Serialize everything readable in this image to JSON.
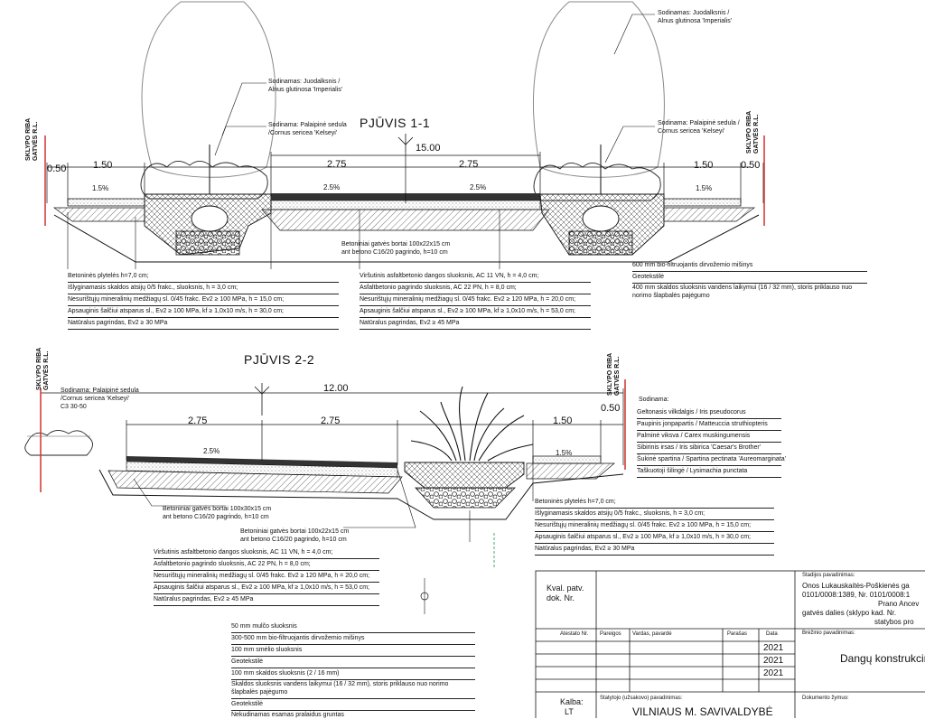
{
  "section1": {
    "title": "PJŪVIS 1-1",
    "dims": {
      "total": "15.00",
      "left_edge": "0.50",
      "left_side": "1.50",
      "left_road": "2.75",
      "right_road": "2.75",
      "right_side": "1.50",
      "right_edge": "0.50"
    },
    "slopes": {
      "left_side": "1.5%",
      "left_road": "2.5%",
      "right_road": "2.5%",
      "right_side": "1.5%"
    },
    "trees": {
      "left_label_1": "Sodinamas: Juodalksnis /",
      "left_label_2": "Alnus glutinosa 'Imperialis'",
      "right_label_1": "Sodinamas: Juodalksnis /",
      "right_label_2": "Alnus glutinosa 'Imperialis'"
    },
    "shrubs": {
      "left_1": "Sodinama: Palaipinė sedula",
      "left_2": "/Cornus sericea 'Kelseyi'",
      "right_1": "Sodinama: Palaipinė sedula /",
      "right_2": "Cornus sericea 'Kelseyi'"
    },
    "curb_1": "Betoniniai gatvės bortai 100x22x15 cm",
    "curb_2": "ant betono C16/20 pagrindo, h=10 cm",
    "legend_left": [
      "Betoninės plytelės h=7,0 cm;",
      "Išlyginamasis skaldos atsijų 0/5 frakc., sluoksnis,  h = 3,0 cm;",
      "Nesurištųjų mineralinių medžiagų sl. 0/45 frakc. Ev2 ≥ 100 MPa,  h = 15,0 cm;",
      "Apsauginis šalčiui atsparus sl., Ev2 ≥ 100 MPa, kf ≥ 1,0x10 m/s, h = 30,0 cm;",
      "Natūralus pagrindas, Ev2 ≥ 30 MPa"
    ],
    "legend_mid": [
      "Viršutinis asfaltbetonio dangos sluoksnis, AC 11 VN,  h = 4,0 cm;",
      "Asfaltbetonio pagrindo sluoksnis, AC 22 PN,                h = 8,0 cm;",
      "Nesurištųjų mineralinių medžiagų sl. 0/45 frakc. Ev2 ≥ 120 MPa,  h = 20,0 cm;",
      "Apsauginis šalčiui atsparus sl., Ev2 ≥ 100 MPa, kf ≥ 1,0x10 m/s, h = 53,0 cm;",
      "Natūralus pagrindas, Ev2 ≥ 45 MPa"
    ],
    "legend_right": [
      "600 mm bio-filtruojantis dirvožemio mišinys",
      "Geotekstilė",
      "400 mm skaldos sluoksnis vandens laikymui (16 / 32 mm), storis priklauso nuo",
      "norimo šlapbalės pajėgumo"
    ]
  },
  "section2": {
    "title": "PJŪVIS 2-2",
    "dims": {
      "total": "12.00",
      "left_road": "2.75",
      "right_road": "2.75",
      "right_side": "1.50",
      "right_edge": "0.50"
    },
    "slopes": {
      "road": "2.5%",
      "side": "1.5%"
    },
    "shrub_1": "Sodinama: Palaipinė sedula",
    "shrub_2": "/Cornus sericea 'Kelseyi'",
    "shrub_3": "C3 30-50",
    "curb_small_1": "Betoniniai gatvės bortai 100x30x15 cm",
    "curb_small_2": "ant betono C16/20 pagrindo, h=10 cm",
    "curb_big_1": "Betoniniai gatvės bortai 100x22x15 cm",
    "curb_big_2": "ant betono C16/20 pagrindo, h=10 cm",
    "plants_header": "Sodinama:",
    "plants": [
      "Geltonasis vilkdalgis / Iris pseudocorus",
      "Paupinis jonpapartis / Matteuccia struthiopteris",
      "Palminė viksva / Carex muskingumensis",
      "Sibirinis irsas  / Iris sibirica 'Caesar's Brother'",
      "Šukinė spartina / Spartina pectinata 'Aureomarginata'",
      "Taškuotoji šilingė / Lysimachia punctata"
    ],
    "legend_right": [
      "Betoninės plytelės h=7,0 cm;",
      "Išlyginamasis skaldos atsijų 0/5 frakc., sluoksnis,  h = 3,0 cm;",
      "Nesurištųjų mineralinių medžiagų sl. 0/45 frakc. Ev2 ≥ 100 MPa,  h = 15,0 cm;",
      "Apsauginis šalčiui atsparus sl., Ev2 ≥ 100 MPa, kf ≥ 1,0x10 m/s, h = 30,0 cm;",
      "Natūralus pagrindas, Ev2 ≥ 30 MPa"
    ],
    "legend_mid": [
      "Viršutinis asfaltbetonio dangos sluoksnis, AC 11 VN,  h = 4,0 cm;",
      "Asfaltbetonio pagrindo sluoksnis, AC 22 PN,                h = 8,0 cm;",
      "Nesurištųjų mineralinių medžiagų sl. 0/45 frakc. Ev2 ≥ 120 MPa,  h = 20,0 cm;",
      "Apsauginis šalčiui atsparus sl., Ev2 ≥ 100 MPa, kf ≥ 1,0x10 m/s, h = 53,0 cm;",
      "Natūralus pagrindas, Ev2 ≥ 45 MPa"
    ],
    "legend_bottom": [
      "50 mm mulčo sluoksnis",
      "300-500 mm bio-filtruojantis dirvožemio mišinys",
      "100 mm smėlio sluoksnis",
      "Geotekstilė",
      "100 mm skaldos sluoksnis (2 / 16 mm)",
      "Skaldos sluoksnis vandens laikymui (16 / 32 mm), storis priklauso nuo norimo",
      "šlapbalės pajėgumo",
      "Geotekstilė",
      "Nekudinamas esamas pralaidus gruntas"
    ]
  },
  "boundary": {
    "line1": "SKLYPO RIBA",
    "line2": "GATVĖS R.L."
  },
  "titleblock": {
    "kval_1": "Kval. patv.",
    "kval_2": "dok. Nr.",
    "atestato": "Atestato Nr.",
    "pareigos": "Pareigos",
    "vardas": "Vardas, pavardė",
    "parasas": "Parašas",
    "data": "Data",
    "years": [
      "2021",
      "2021",
      "2021"
    ],
    "kalba_1": "Kalba:",
    "kalba_2": "LT",
    "statytojo": "Statytojo (užsakovo) pavadinimas:",
    "statytojas": "VILNIAUS M. SAVIVALDYBĖ",
    "stadijos": "Stadijos pavadinimas:",
    "addr_1": "Onos Lukauskaitės-Poškienės ga",
    "addr_2": "0101/0008:1389, Nr. 0101/0008:1",
    "addr_3": "Prano Ancev",
    "addr_4": "gatvės dalies (sklypo kad. Nr.",
    "addr_5": "statybos pro",
    "brezinio": "Brėžinio pavadinimas:",
    "brezinys": "Dangų konstrukcin",
    "dokumento": "Dokumento žymuo:"
  },
  "colors": {
    "boundary": "#d0312d",
    "line": "#111111",
    "accent": "#1a9a4a"
  }
}
